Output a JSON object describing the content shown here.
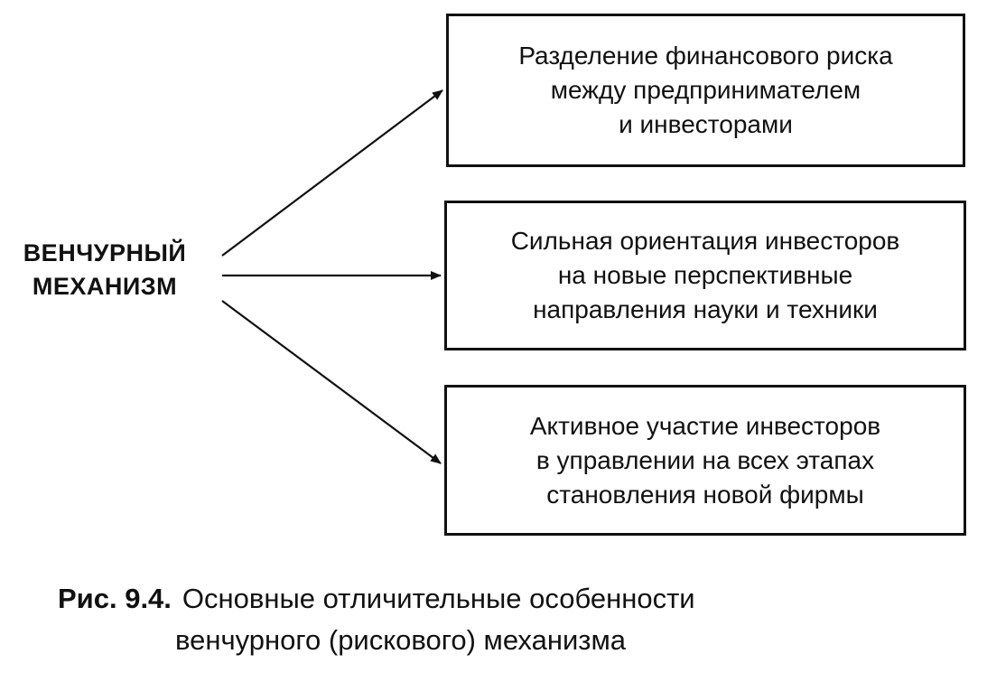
{
  "source": {
    "line1": "ВЕНЧУРНЫЙ",
    "line2": "МЕХАНИЗМ"
  },
  "boxes": [
    {
      "lines": [
        "Разделение финансового риска",
        "между предпринимателем",
        "и инвесторами"
      ]
    },
    {
      "lines": [
        "Сильная ориентация инвесторов",
        "на новые перспективные",
        "направления науки и техники"
      ]
    },
    {
      "lines": [
        "Активное участие инвесторов",
        "в управлении на всех этапах",
        "становления новой фирмы"
      ]
    }
  ],
  "caption": {
    "number": "Рис. 9.4.",
    "line1": "Основные отличительные особенности",
    "line2": "венчурного (рискового) механизма"
  }
}
